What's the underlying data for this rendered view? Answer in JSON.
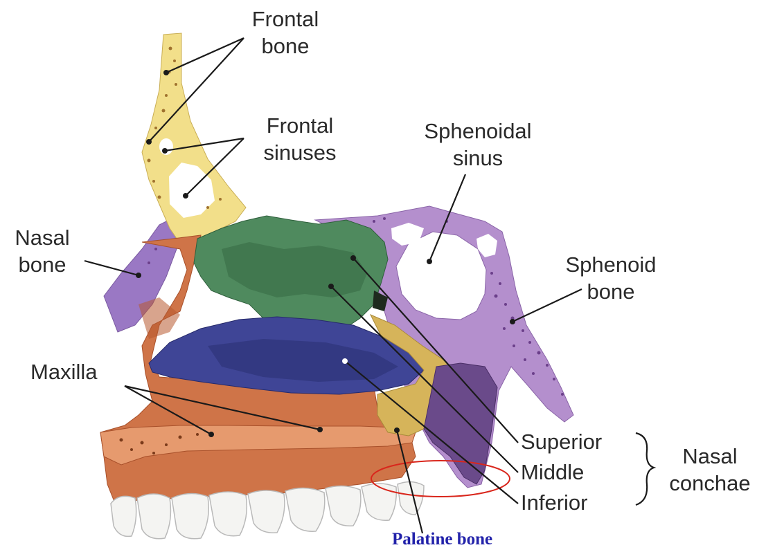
{
  "labels": {
    "frontal_bone": [
      "Frontal",
      "bone"
    ],
    "frontal_sinuses": [
      "Frontal",
      "sinuses"
    ],
    "sphenoidal_sinus": [
      "Sphenoidal",
      "sinus"
    ],
    "nasal_bone": [
      "Nasal",
      "bone"
    ],
    "sphenoid_bone": [
      "Sphenoid",
      "bone"
    ],
    "maxilla": "Maxilla",
    "superior": "Superior",
    "middle": "Middle",
    "inferior": "Inferior",
    "nasal_conchae": [
      "Nasal",
      "conchae"
    ],
    "palatine_bone": "Palatine bone"
  },
  "colors": {
    "frontal_bone": "#f2df8a",
    "bone_spots": "#a0722e",
    "sphenoid_bone": "#b48fcd",
    "sphenoid_spots": "#6b3f8a",
    "superior_concha": "#4f8a5e",
    "inferior_concha": "#3f4596",
    "maxilla": "#cf7448",
    "maxilla_dark": "#a8502a",
    "palatine": "#6a4a8a",
    "teeth": "#f4f4f2",
    "highlight_ellipse": "#d9261c",
    "palatine_label": "#2222aa"
  }
}
